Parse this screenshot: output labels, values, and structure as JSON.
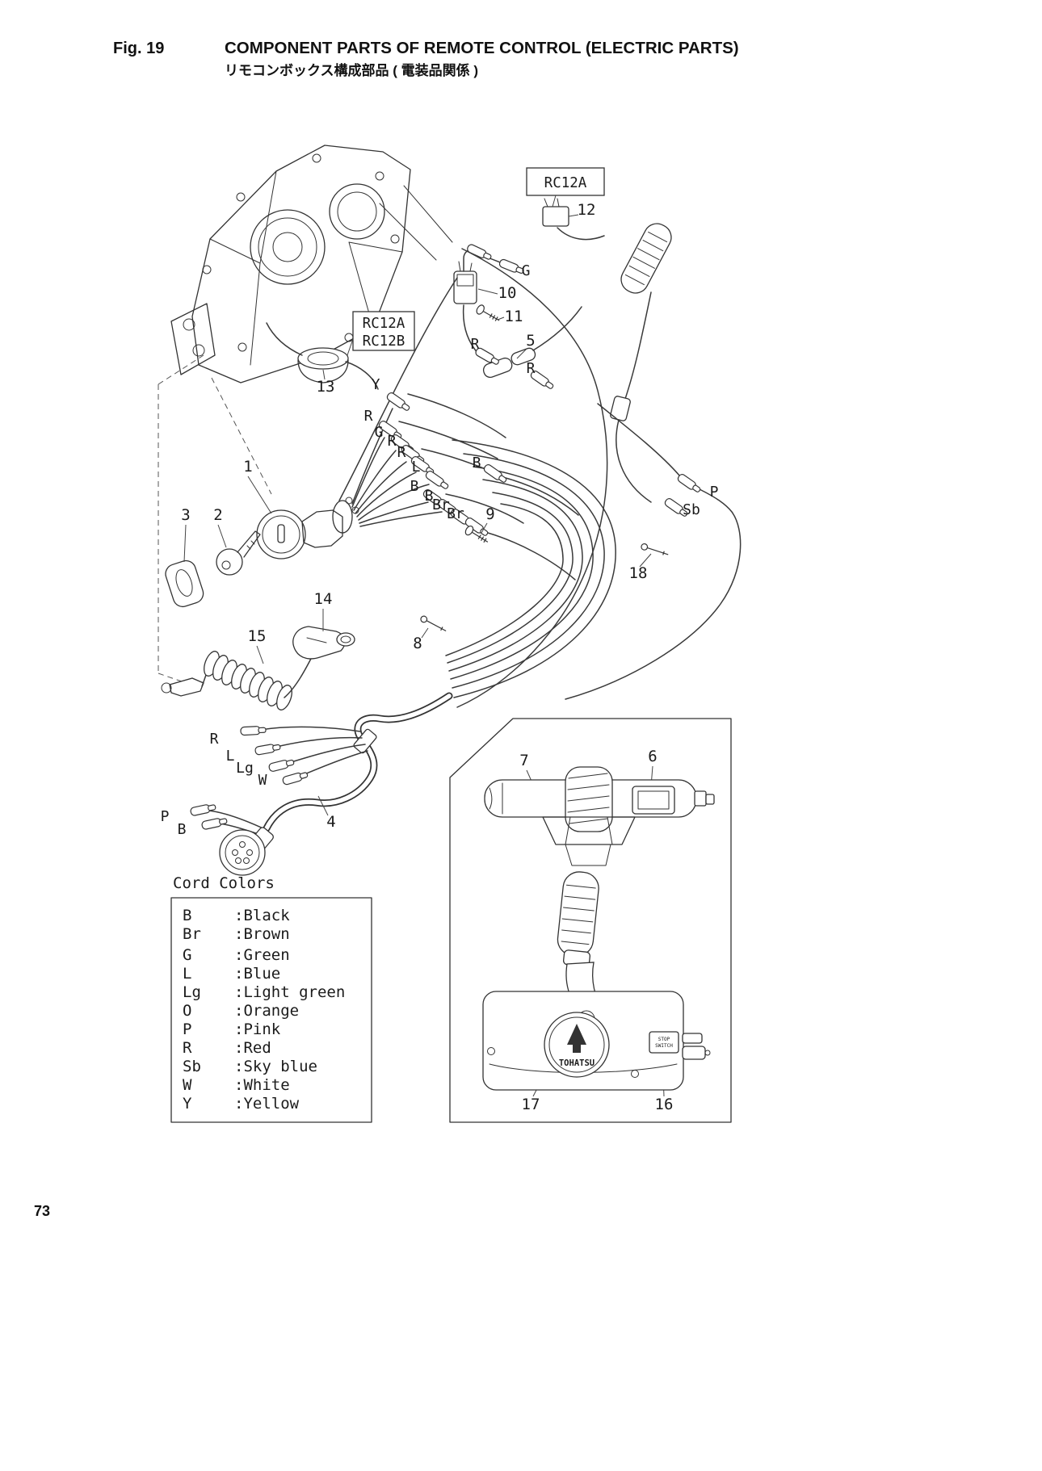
{
  "header": {
    "fig_label": "Fig. 19",
    "title": "COMPONENT PARTS OF REMOTE CONTROL (ELECTRIC PARTS)",
    "subtitle_jp": "リモコンボックス構成部品 ( 電装品関係 )"
  },
  "page_number": "73",
  "diagram": {
    "ref_boxes": {
      "top": "RC12A",
      "pair_line1": "RC12A",
      "pair_line2": "RC12B"
    },
    "callouts": [
      "1",
      "2",
      "3",
      "4",
      "5",
      "6",
      "7",
      "8",
      "9",
      "10",
      "11",
      "12",
      "13",
      "14",
      "15",
      "16",
      "17",
      "18"
    ],
    "wire_labels": [
      "G",
      "R",
      "R",
      "Y",
      "R",
      "G",
      "R",
      "R",
      "L",
      "B",
      "B",
      "B",
      "Br",
      "Br",
      "P",
      "Sb",
      "R",
      "L",
      "Lg",
      "W",
      "P",
      "B"
    ]
  },
  "legend": {
    "title": "Cord Colors",
    "entries": [
      {
        "code": "B",
        "name": ":Black"
      },
      {
        "code": "Br",
        "name": ":Brown"
      },
      {
        "code": "G",
        "name": ":Green"
      },
      {
        "code": "L",
        "name": ":Blue"
      },
      {
        "code": "Lg",
        "name": ":Light green"
      },
      {
        "code": "O",
        "name": ":Orange"
      },
      {
        "code": "P",
        "name": ":Pink"
      },
      {
        "code": "R",
        "name": ":Red"
      },
      {
        "code": "Sb",
        "name": ":Sky blue"
      },
      {
        "code": "W",
        "name": ":White"
      },
      {
        "code": "Y",
        "name": ":Yellow"
      }
    ]
  },
  "inset": {
    "brand": "TOHATSU",
    "stop_switch_line1": "STOP",
    "stop_switch_line2": "SWITCH"
  }
}
